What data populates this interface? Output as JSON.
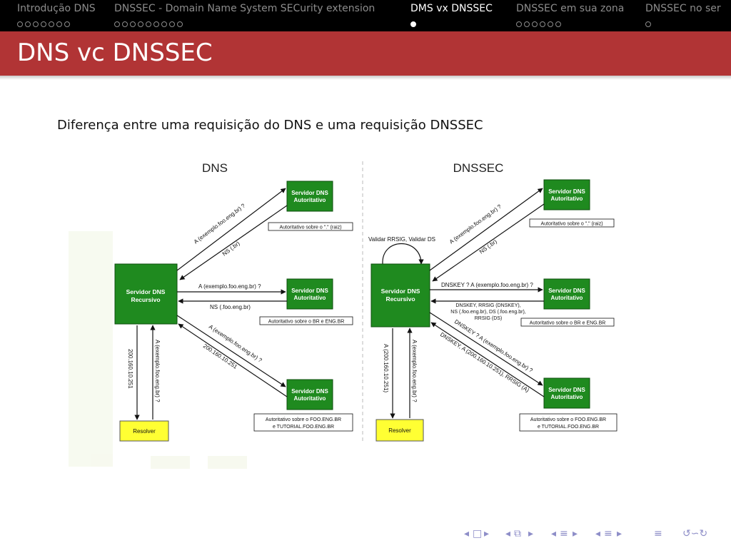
{
  "nav": {
    "sections": [
      {
        "title": "Introdução DNS",
        "dots": 7,
        "filled": 0,
        "active": false
      },
      {
        "title": "DNSSEC - Domain Name System SECurity extension",
        "dots": 9,
        "filled": 0,
        "active": false
      },
      {
        "title": "DMS vx DNSSEC",
        "dots": 1,
        "filled": 1,
        "active": true
      },
      {
        "title": "DNSSEC em sua zona",
        "dots": 6,
        "filled": 0,
        "active": false
      },
      {
        "title": "DNSSEC no ser",
        "dots": 1,
        "filled": 0,
        "active": false
      }
    ]
  },
  "frame": {
    "title": "DNS vc DNSSEC",
    "subtitle": "Diferença entre uma requisição do DNS e uma requisição DNSSEC"
  },
  "diagram": {
    "dns": {
      "heading": "DNS",
      "recursive": [
        "Servidor DNS",
        "Recursivo"
      ],
      "authoritative": [
        "Servidor DNS",
        "Autoritativo"
      ],
      "resolver": "Resolver",
      "note_root": "Autoritativo sobre o \".\" (raiz)",
      "note_br": "Autoritativo sobre o BR e ENG.BR",
      "note_foo": [
        "Autoritativo sobre o FOO.ENG.BR",
        "e TUTORIAL.FOO.ENG.BR"
      ],
      "q_root": "A (exemplo.foo.eng.br) ?",
      "a_root": "NS (.br)",
      "q_br": "A (exemplo.foo.eng.br) ?",
      "a_br": "NS (.foo.eng.br)",
      "q_foo": "A (exemplo.foo.eng.br) ?",
      "a_foo": "200.160.10.251",
      "res_answer": "200.160.10.251",
      "res_query": "A (exemplo.foo.eng.br) ?"
    },
    "dnssec": {
      "heading": "DNSSEC",
      "validate": "Validar RRSIG, Validar DS",
      "recursive": [
        "Servidor DNS",
        "Recursivo"
      ],
      "authoritative": [
        "Servidor DNS",
        "Autoritativo"
      ],
      "resolver": "Resolver",
      "note_root": "Autoritativo sobre o \".\" (raiz)",
      "note_br": "Autoritativo sobre o BR e ENG.BR",
      "note_foo": [
        "Autoritativo sobre o FOO.ENG.BR",
        "e TUTORIAL.FOO.ENG.BR"
      ],
      "q_root": "A (exemplo.foo.eng.br) ?",
      "a_root": "NS (.br)",
      "q_br": "DNSKEY ? A (exemplo.foo.eng.br) ?",
      "a_br": [
        "DNSKEY, RRSIG (DNSKEY),",
        "NS (.foo.eng.br), DS (.foo.eng.br),",
        "RRSIG (DS)"
      ],
      "q_foo": "DNSKEY ? A (exemplo.foo.eng.br) ?",
      "a_foo": "DNSKEY, A (200.160.10.251), RRSIG (A)",
      "res_answer": "A (200.160.10.251)",
      "res_query": "A (exemplo.foo.eng.br) ?"
    }
  },
  "colors": {
    "nav_bg": "#000000",
    "title_bar": "#b13435",
    "server_green": "#1f8a1f",
    "resolver_yellow": "#ffff33",
    "footer_icons": "#8e8ec8"
  },
  "footer": {
    "icons": [
      "prev-frame-icon",
      "frame-icon",
      "next-frame-icon",
      "prev-subsection-icon",
      "subsection-icon",
      "next-subsection-icon",
      "prev-section-icon",
      "section-icon",
      "next-section-icon",
      "prev-slide-icon",
      "slide-icon",
      "next-slide-icon",
      "toc-icon",
      "search-icon"
    ]
  }
}
